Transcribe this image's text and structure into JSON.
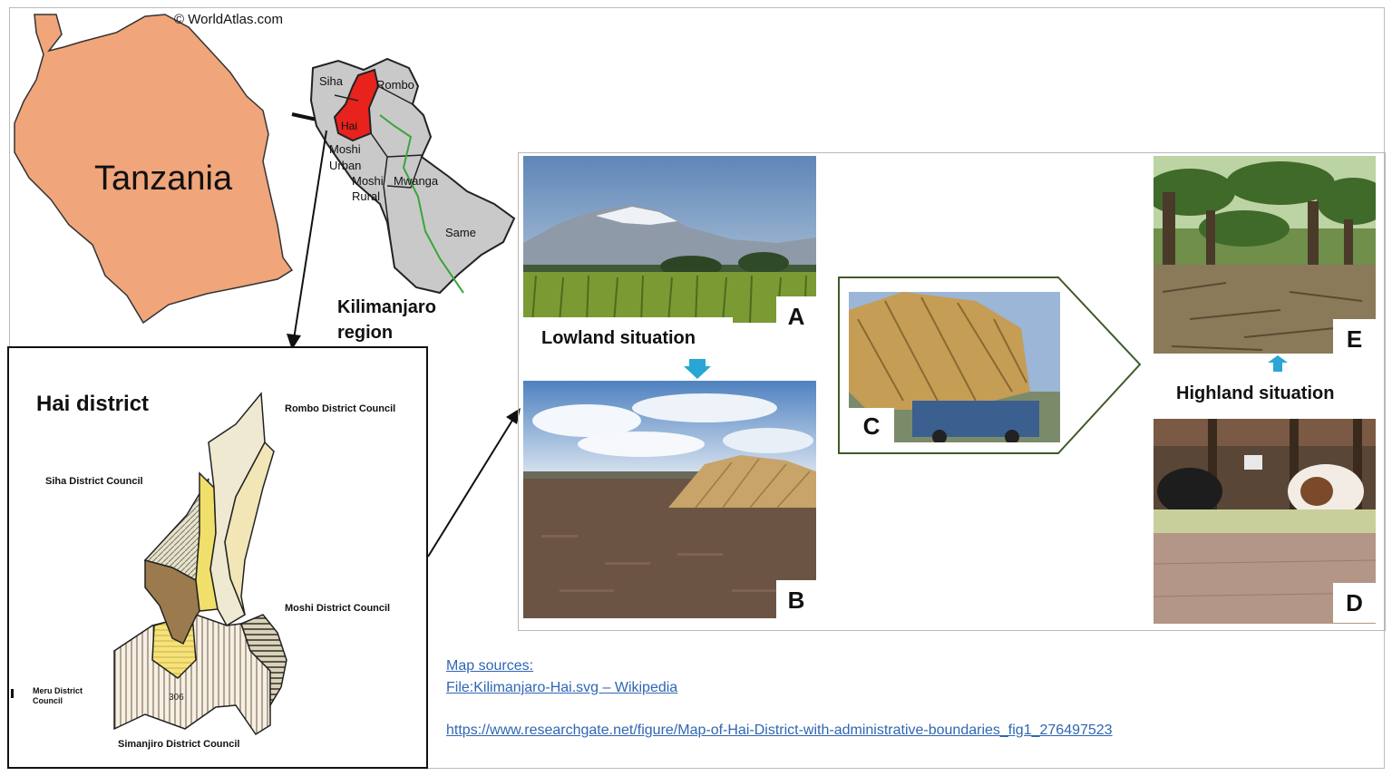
{
  "copyright": "© WorldAtlas.com",
  "country": {
    "label": "Tanzania",
    "fill": "#f0a57a"
  },
  "region": {
    "title_line1": "Kilimanjaro",
    "title_line2": "region",
    "districts": [
      "Siha",
      "Rombo",
      "Hai",
      "Moshi",
      "Urban",
      "Moshi",
      "Rural",
      "Mwanga",
      "Same"
    ],
    "highlight_color": "#e8221d",
    "fill": "#c9c9c9"
  },
  "hai_map": {
    "title": "Hai district",
    "councils": {
      "rombo": "Rombo District Council",
      "siha": "Siha District Council",
      "moshi": "Moshi District Council",
      "meru_line1": "Meru District",
      "meru_line2": "Council",
      "simanjiro": "Simanjiro District Council",
      "small_label": "306"
    }
  },
  "panels": {
    "lowland": "Lowland situation",
    "highland": "Highland situation",
    "letters": {
      "a": "A",
      "b": "B",
      "c": "C",
      "d": "D",
      "e": "E"
    },
    "arrow_color": "#29a6d6"
  },
  "sources": {
    "heading": "Map sources:",
    "link1": "File:Kilimanjaro-Hai.svg – Wikipedia",
    "link2": "https://www.researchgate.net/figure/Map-of-Hai-District-with-administrative-boundaries_fig1_276497523"
  }
}
